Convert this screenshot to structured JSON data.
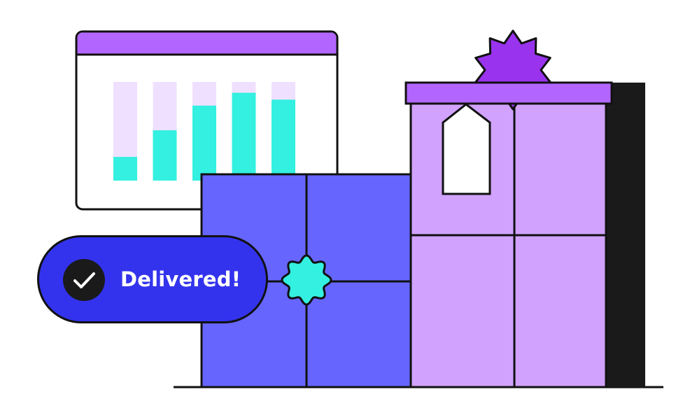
{
  "status_badge": {
    "label": "Delivered!",
    "icon": "checkmark-icon"
  },
  "chart_data": {
    "type": "bar",
    "stacked_with_track": true,
    "categories": [
      "",
      "",
      "",
      "",
      ""
    ],
    "values": [
      0.24,
      0.51,
      0.76,
      0.89,
      0.82
    ],
    "ylim": [
      0,
      1
    ],
    "grid": false,
    "colors": {
      "fill": "#33f0e0",
      "track": "#f0e0ff"
    }
  },
  "colors": {
    "ink": "#111111",
    "window_header": "#b266ff",
    "box_blue": "#6666ff",
    "building_lavender": "#d1a3ff",
    "roof": "#b266ff",
    "star_seal": "#9933ee",
    "seal_teal": "#33f0e0",
    "pill_blue": "#3333ee",
    "check_bg": "#1a1a1a",
    "shadow_side": "#1a1a1a"
  }
}
